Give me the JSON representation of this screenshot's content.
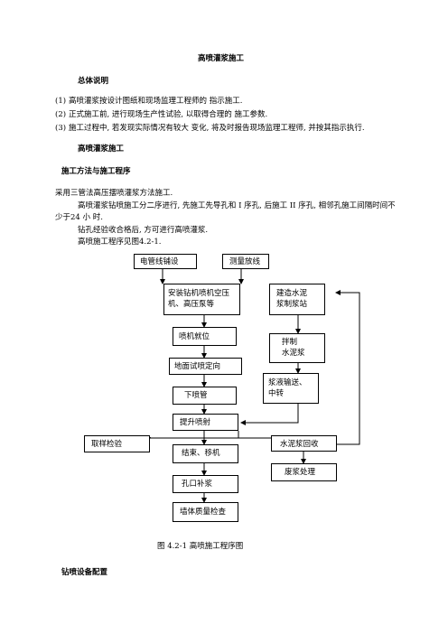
{
  "doc": {
    "title": "高喷灌浆施工",
    "section1_heading": "总体说明",
    "items": [
      {
        "num": "(1)",
        "text": "高喷灌浆按设计图纸和现场监理工程师的  指示施工."
      },
      {
        "num": "(2)",
        "text": "正式施工前, 进行现场生产性试验, 以取得合理的  施工参数."
      },
      {
        "num": "(3)",
        "text": "施工过程中, 若发现实际情况有较大  变化, 将及时报告现场监理工程师, 并按其指示执行."
      }
    ],
    "section2_heading": "高喷灌浆施工",
    "section3_heading": "施工方法与施工程序",
    "para1": "采用三管法高压摆喷灌浆方法施工.",
    "para2_line1": "高喷灌浆钻喷施工分二序进行, 先施工先导孔和 I 序孔, 后施工 II 序孔, 相邻孔施工间隔时间不",
    "para2_line2": "少于24  小  时.",
    "para3": "钻孔经验收合格后, 方可进行高喷灌浆.",
    "para4": "高喷施工程序见图4.2-1.",
    "figure_caption": "图 4.2-1  高喷施工程序图",
    "section4_heading": "钻喷设备配置"
  },
  "flow": {
    "pipe_laying": "电管线铺设",
    "survey": "测量放线",
    "install": "安装钻机喷机空压\n机、高压泵等",
    "build_station": "建造水泥\n浆制浆站",
    "positioning": "喷机就位",
    "mixing": "拌制\n水泥浆",
    "ground_test": "地面试喷定向",
    "slurry_transport": "浆液输送、\n中转",
    "lower_pipe": "下喷管",
    "lift_jet": "提升喷射",
    "sampling": "取样检验",
    "slurry_recovery": "水泥浆回收",
    "finish_move": "结束、移机",
    "waste": "废浆处理",
    "hole_grout": "孔口补浆",
    "quality_check": "墙体质量检查"
  }
}
